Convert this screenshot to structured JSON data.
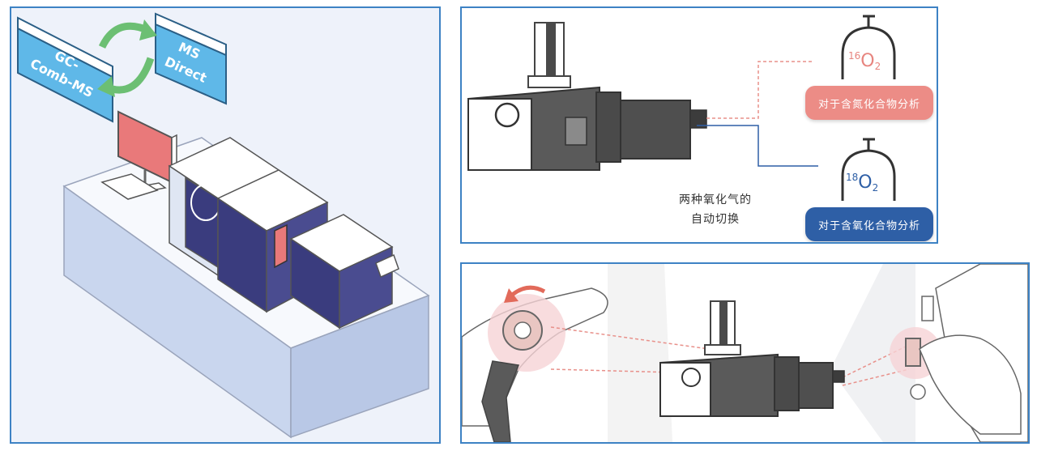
{
  "left_panel": {
    "screen_gc_comb_ms": {
      "line1": "GC-",
      "line2": "Comb-MS"
    },
    "screen_ms_direct": {
      "line1": "MS",
      "line2": "Direct"
    }
  },
  "top_right_panel": {
    "gas_16": {
      "mass": "16",
      "symbol": "O",
      "subscript": "2",
      "color": "#e7857f"
    },
    "gas_18": {
      "mass": "18",
      "symbol": "O",
      "subscript": "2",
      "color": "#2e5fa6"
    },
    "pill_16_label": "对于含氮化合物分析",
    "pill_18_label": "对于含氧化合物分析",
    "caption_line1": "两种氧化气的",
    "caption_line2": "自动切换"
  },
  "colors": {
    "frame_border": "#3d82c4",
    "accent_pink": "#ec8c86",
    "accent_blue": "#2e5fa6",
    "instrument_navy": "#3a3c7e",
    "arrow_green": "#6cbf73"
  }
}
